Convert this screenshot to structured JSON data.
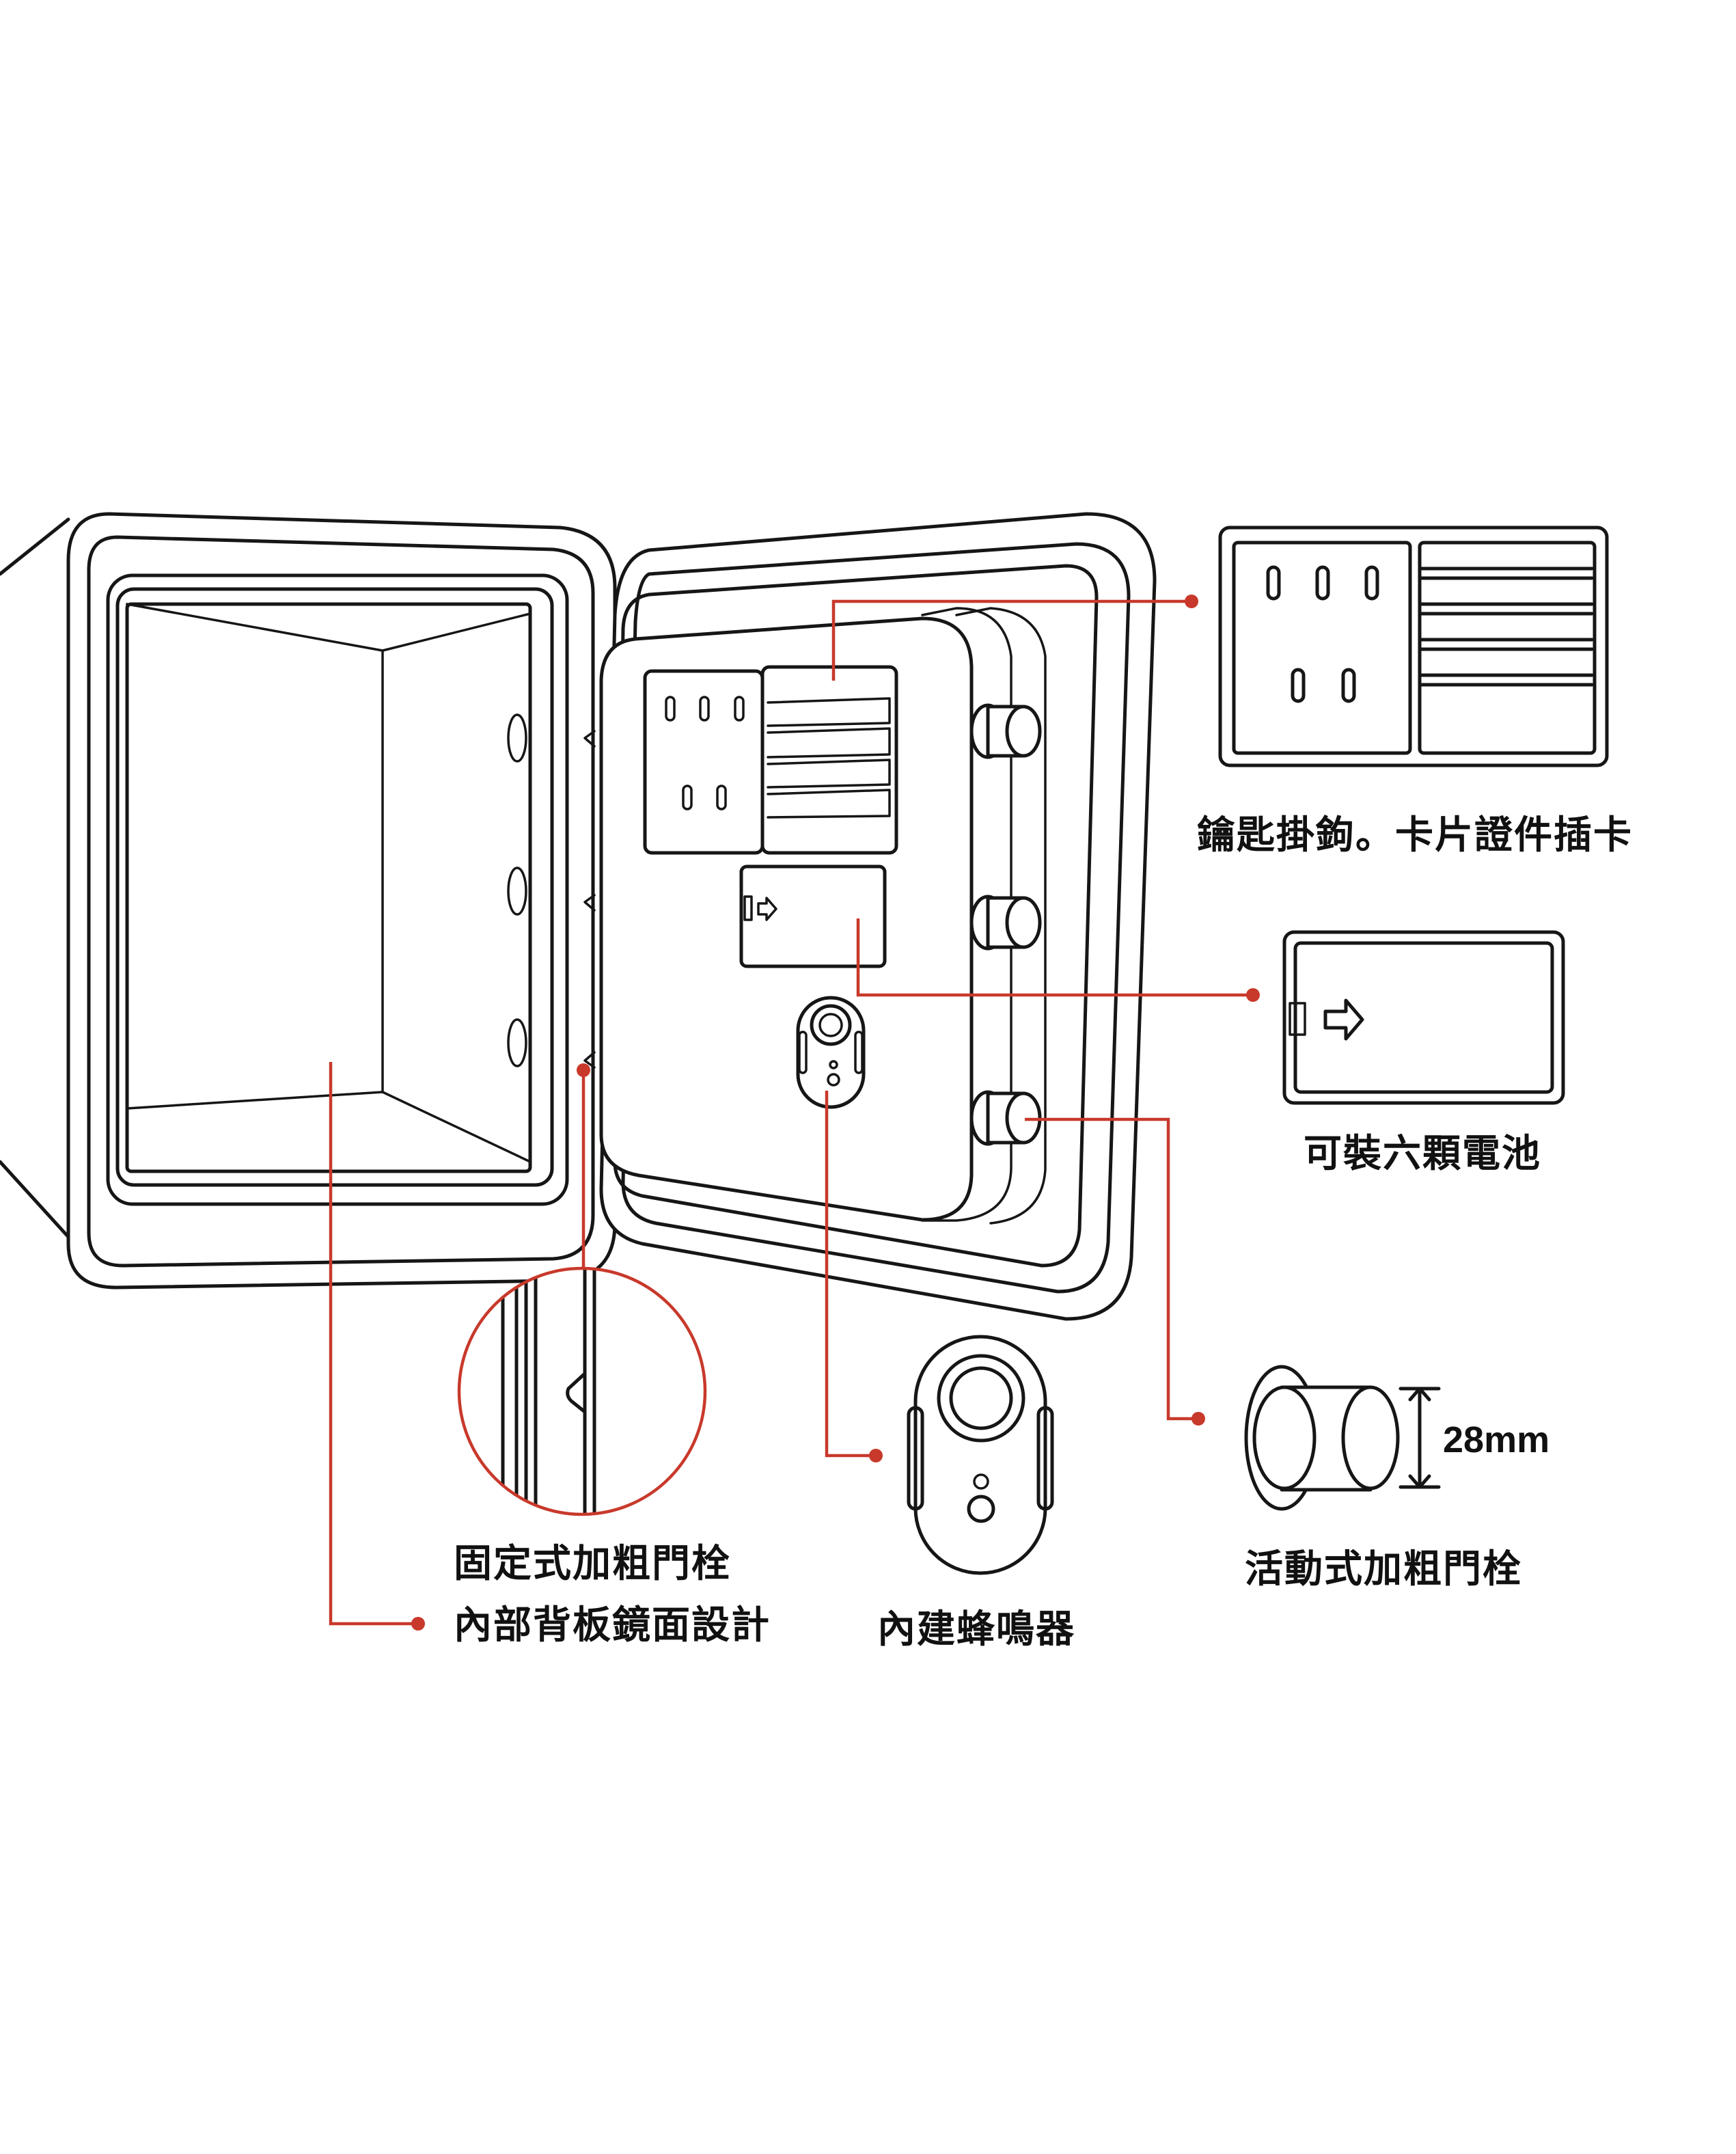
{
  "labels": {
    "key_hooks": "鑰匙掛鉤。卡片證件插卡",
    "battery": "可裝六顆電池",
    "fixed_bolt": "固定式加粗門栓",
    "mirror_back": "內部背板鏡面設計",
    "buzzer": "內建蜂鳴器",
    "movable_bolt": "活動式加粗門栓",
    "bolt_size": "28mm"
  },
  "colors": {
    "callout": "#c8392b",
    "line_art": "#161616",
    "background": "#ffffff"
  }
}
